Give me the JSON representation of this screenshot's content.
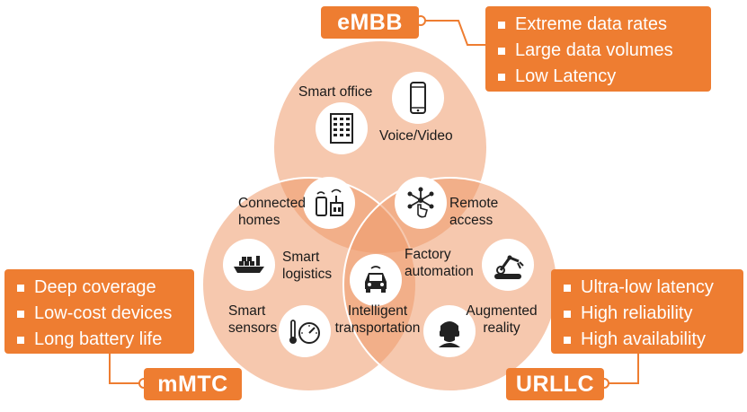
{
  "categories": {
    "embb": {
      "name": "eMBB",
      "features": [
        "Extreme data rates",
        "Large data volumes",
        "Low Latency"
      ]
    },
    "mmtc": {
      "name": "mMTC",
      "features": [
        "Deep coverage",
        "Low-cost devices",
        "Long battery life"
      ]
    },
    "urllc": {
      "name": "URLLC",
      "features": [
        "Ultra-low latency",
        "High reliability",
        "High availability"
      ]
    }
  },
  "use_cases": {
    "smart_office": "Smart office",
    "voice_video": "Voice/Video",
    "connected_homes": [
      "Connected",
      "homes"
    ],
    "remote_access": [
      "Remote",
      "access"
    ],
    "smart_logistics": [
      "Smart",
      "logistics"
    ],
    "factory_automation": [
      "Factory",
      "automation"
    ],
    "smart_sensors": [
      "Smart",
      "sensors"
    ],
    "intelligent_transportation": [
      "Intelligent",
      "transportation"
    ],
    "augmented_reality": [
      "Augmented",
      "reality"
    ]
  },
  "colors": {
    "accent": "#ee7d31",
    "circle_fill": "#f2b089",
    "icon_bg": "#ffffff",
    "text": "#1a1a1a"
  }
}
